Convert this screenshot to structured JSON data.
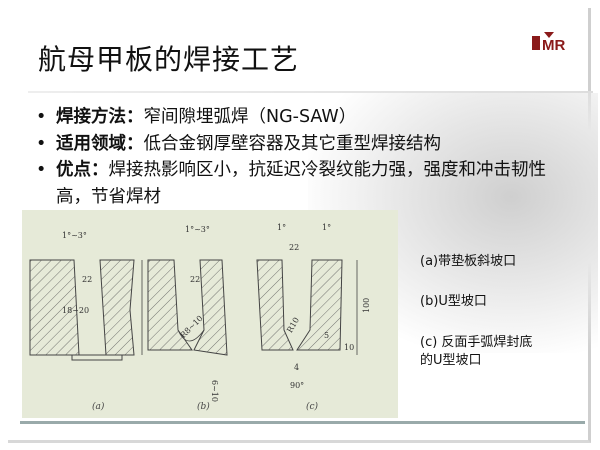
{
  "title": "航母甲板的焊接工艺",
  "logo_text": "IMR",
  "bullets": [
    {
      "label": "焊接方法：",
      "text": "窄间隙埋弧焊（NG-SAW）"
    },
    {
      "label": "适用领域：",
      "text": "低合金钢厚壁容器及其它重型焊接结构"
    },
    {
      "label": "优点：",
      "text": "焊接热影响区小，抗延迟冷裂纹能力强，强度和冲击韧性高，节省焊材"
    }
  ],
  "bullet_symbol": "•",
  "figure": {
    "labels": {
      "a": "(a)",
      "b": "(b)",
      "c": "(c)"
    },
    "dims": {
      "angle": "1°~3°",
      "width": "22",
      "gap": "18~20",
      "radius_b": "R8~10",
      "depth_b": "6~10",
      "angle_c": "1°",
      "radius_c": "R10",
      "height": "100",
      "d5": "5",
      "d10": "10",
      "d4": "4",
      "bevel": "90°"
    }
  },
  "captions": {
    "a": "(a)带垫板斜坡口",
    "b": "(b)U型坡口",
    "c1": "(c) 反面手弧焊封底",
    "c2": "的U型坡口"
  }
}
